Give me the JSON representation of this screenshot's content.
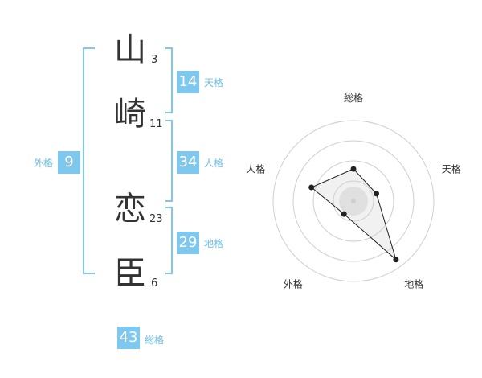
{
  "name": {
    "chars": [
      {
        "char": "山",
        "strokes": "3"
      },
      {
        "char": "崎",
        "strokes": "11"
      },
      {
        "char": "恋",
        "strokes": "23"
      },
      {
        "char": "臣",
        "strokes": "6"
      }
    ]
  },
  "fortunes": {
    "gaikaku": {
      "value": "9",
      "label": "外格"
    },
    "tenkaku": {
      "value": "14",
      "label": "天格"
    },
    "jinkaku": {
      "value": "34",
      "label": "人格"
    },
    "chikaku": {
      "value": "29",
      "label": "地格"
    },
    "soukaku": {
      "value": "43",
      "label": "総格"
    }
  },
  "colors": {
    "accent": "#7ec8ef",
    "bracket": "#7ec8ef",
    "text": "#333333"
  },
  "chart_data": {
    "type": "radar",
    "axes": [
      "総格",
      "天格",
      "地格",
      "外格",
      "人格"
    ],
    "values": [
      0.4,
      0.3,
      0.9,
      0.2,
      0.55
    ],
    "rings": 4,
    "range": [
      0,
      1
    ]
  }
}
